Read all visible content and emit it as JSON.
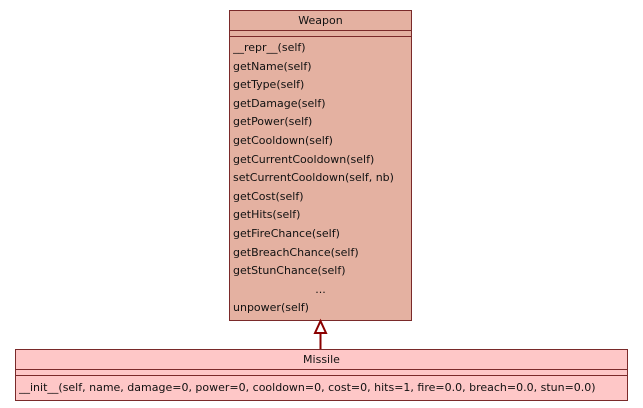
{
  "weapon": {
    "name": "Weapon",
    "methods": [
      "__repr__(self)",
      "getName(self)",
      "getType(self)",
      "getDamage(self)",
      "getPower(self)",
      "getCooldown(self)",
      "getCurrentCooldown(self)",
      "setCurrentCooldown(self, nb)",
      "getCost(self)",
      "getHits(self)",
      "getFireChance(self)",
      "getBreachChance(self)",
      "getStunChance(self)",
      "...",
      "unpower(self)"
    ]
  },
  "missile": {
    "name": "Missile",
    "methods": [
      "__init__(self, name, damage=0, power=0, cooldown=0, cost=0, hits=1, fire=0.0, breach=0.0, stun=0.0)"
    ]
  },
  "colors": {
    "weapon_fill": "#e4b1a1",
    "missile_fill": "#fec7c7",
    "border": "#7a2a2a",
    "inheritance_arrow": "#8b0000"
  }
}
